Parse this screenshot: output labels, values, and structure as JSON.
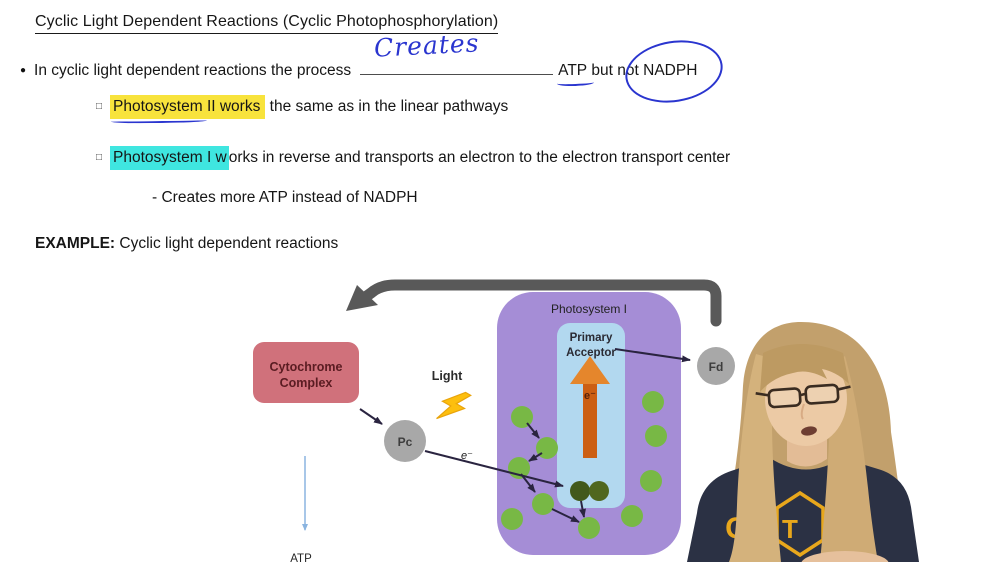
{
  "slide": {
    "title": "Cyclic Light Dependent Reactions (Cyclic Photophosphorylation)",
    "bullet_dot": "●",
    "bullet_square": "□",
    "line1": {
      "before": "In cyclic light dependent reactions the process",
      "handwritten": "Creates",
      "atp": "ATP",
      "between": " but not ",
      "nadph": "NADPH"
    },
    "sub1": {
      "highlighted": "Photosystem II works",
      "rest": " the same as in the linear pathways"
    },
    "sub2": {
      "highlighted": "Photosystem I w",
      "rest": "orks in reverse and transports an electron to the electron transport center"
    },
    "sub_note": "- Creates more ATP instead of NADPH",
    "example": {
      "label": "EXAMPLE:",
      "text": " Cyclic light dependent reactions"
    }
  },
  "diagram": {
    "photosystem_label": "Photosystem I",
    "primary_acceptor_line1": "Primary",
    "primary_acceptor_line2": "Acceptor",
    "cytochrome_line1": "Cytochrome",
    "cytochrome_line2": "Complex",
    "light_label": "Light",
    "pc_label": "Pc",
    "fd_label": "Fd",
    "electron_arrow_label": "e⁻",
    "electron_transfer_label": "e⁻",
    "atp_label": "ATP"
  },
  "annotations": {
    "ink_color": "#2a35cf",
    "highlight_yellow": "#f8e33c",
    "highlight_cyan": "#3fe6e0"
  },
  "colors": {
    "photosystem_purple": "#a58dd6",
    "acceptor_blue": "#b2d8ef",
    "cytochrome_red": "#d0717b",
    "cytochrome_text": "#5a1c22",
    "electron_green": "#78b845",
    "special_pair_green": "#46591c",
    "carrier_gray": "#a8a8a8",
    "return_arrow_gray": "#595959",
    "energy_arrow_orange": "#cc5f13",
    "energy_arrowhead_orange": "#e5862c",
    "lightning_yellow": "#fdbf0e",
    "atp_arrow_blue": "#8ab4e0"
  }
}
